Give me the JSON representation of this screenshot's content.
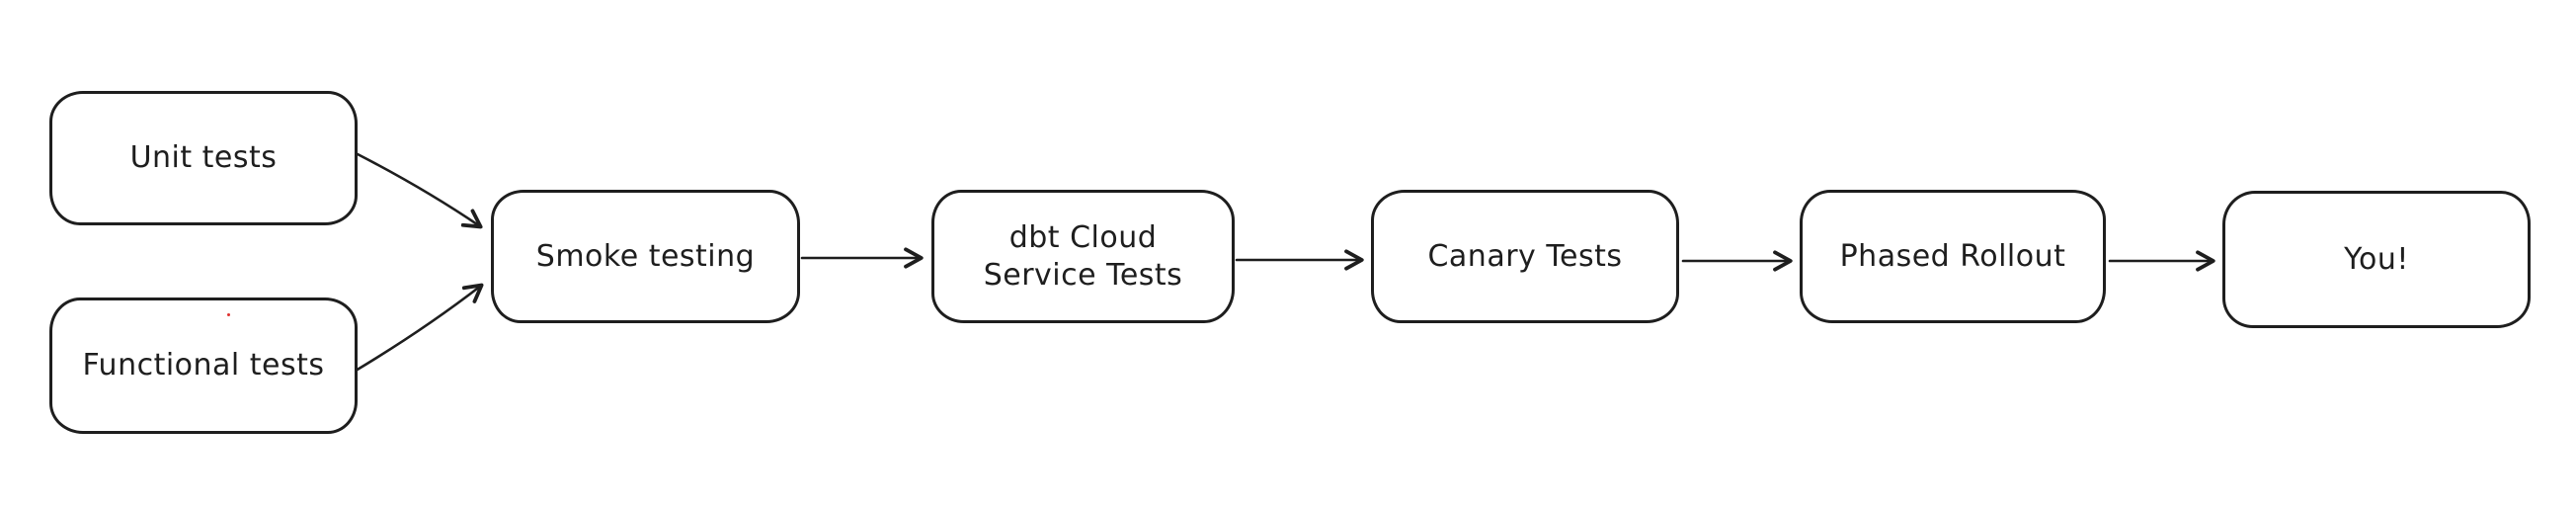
{
  "diagram": {
    "type": "flowchart",
    "style": "hand-drawn",
    "nodes": [
      {
        "id": "unit-tests",
        "label": "Unit tests"
      },
      {
        "id": "functional-tests",
        "label": "Functional tests"
      },
      {
        "id": "smoke-testing",
        "label": "Smoke testing"
      },
      {
        "id": "dbt-cloud-service-tests",
        "label": "dbt Cloud\nService Tests"
      },
      {
        "id": "canary-tests",
        "label": "Canary Tests"
      },
      {
        "id": "phased-rollout",
        "label": "Phased Rollout"
      },
      {
        "id": "you",
        "label": "You!"
      }
    ],
    "edges": [
      {
        "from": "unit-tests",
        "to": "smoke-testing"
      },
      {
        "from": "functional-tests",
        "to": "smoke-testing"
      },
      {
        "from": "smoke-testing",
        "to": "dbt-cloud-service-tests"
      },
      {
        "from": "dbt-cloud-service-tests",
        "to": "canary-tests"
      },
      {
        "from": "canary-tests",
        "to": "phased-rollout"
      },
      {
        "from": "phased-rollout",
        "to": "you"
      }
    ],
    "colors": {
      "stroke": "#1e1e1e",
      "background": "#ffffff",
      "node_fill": "#ffffff",
      "speck_red": "#e0312f"
    }
  }
}
